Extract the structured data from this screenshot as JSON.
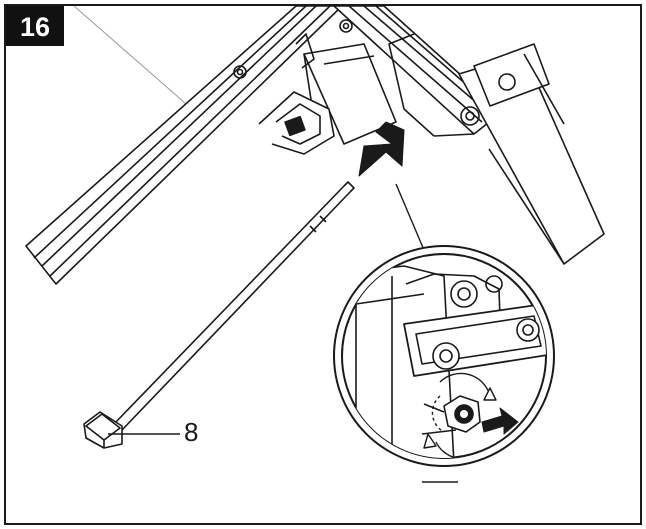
{
  "figure": {
    "step_number": "16",
    "callouts": [
      {
        "id": "part-8",
        "label": "8"
      }
    ],
    "icons": [
      "down-arrow-icon",
      "right-arrow-icon",
      "rotate-arrows-icon",
      "magnifier-circle-icon"
    ],
    "colors": {
      "line": "#1a1a1a",
      "badge": "#111111",
      "background": "#ffffff"
    }
  }
}
